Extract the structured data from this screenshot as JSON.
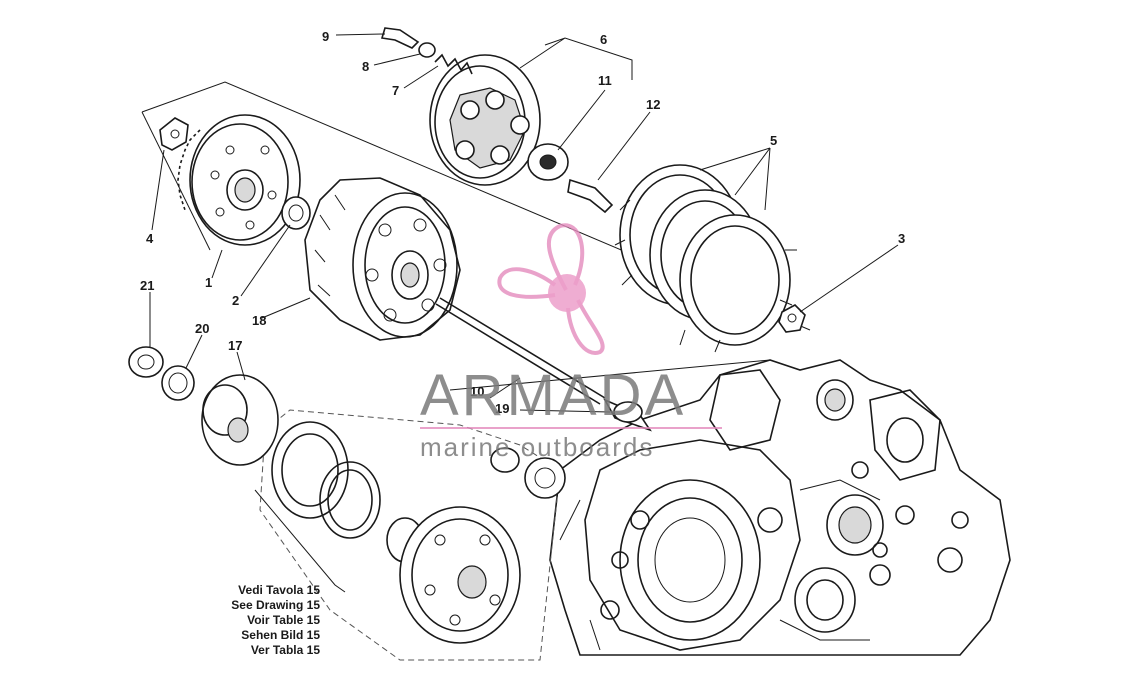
{
  "diagram": {
    "callouts": [
      {
        "id": "1",
        "label": "1"
      },
      {
        "id": "2",
        "label": "2"
      },
      {
        "id": "3",
        "label": "3"
      },
      {
        "id": "4",
        "label": "4"
      },
      {
        "id": "5",
        "label": "5"
      },
      {
        "id": "6",
        "label": "6"
      },
      {
        "id": "7",
        "label": "7"
      },
      {
        "id": "8",
        "label": "8"
      },
      {
        "id": "9",
        "label": "9"
      },
      {
        "id": "10",
        "label": "10"
      },
      {
        "id": "11",
        "label": "11"
      },
      {
        "id": "12",
        "label": "12"
      },
      {
        "id": "17",
        "label": "17"
      },
      {
        "id": "18",
        "label": "18"
      },
      {
        "id": "19",
        "label": "19"
      },
      {
        "id": "20",
        "label": "20"
      },
      {
        "id": "21",
        "label": "21"
      }
    ],
    "reference_note": [
      "Vedi Tavola 15",
      "See Drawing 15",
      "Voir Table 15",
      "Sehen Bild 15",
      "Ver Tabla 15"
    ]
  },
  "watermark": {
    "brand": "ARMADA",
    "tagline": "marine outboards",
    "colors": {
      "propeller": "#e48bbd",
      "text": "#7a7a7a"
    }
  }
}
